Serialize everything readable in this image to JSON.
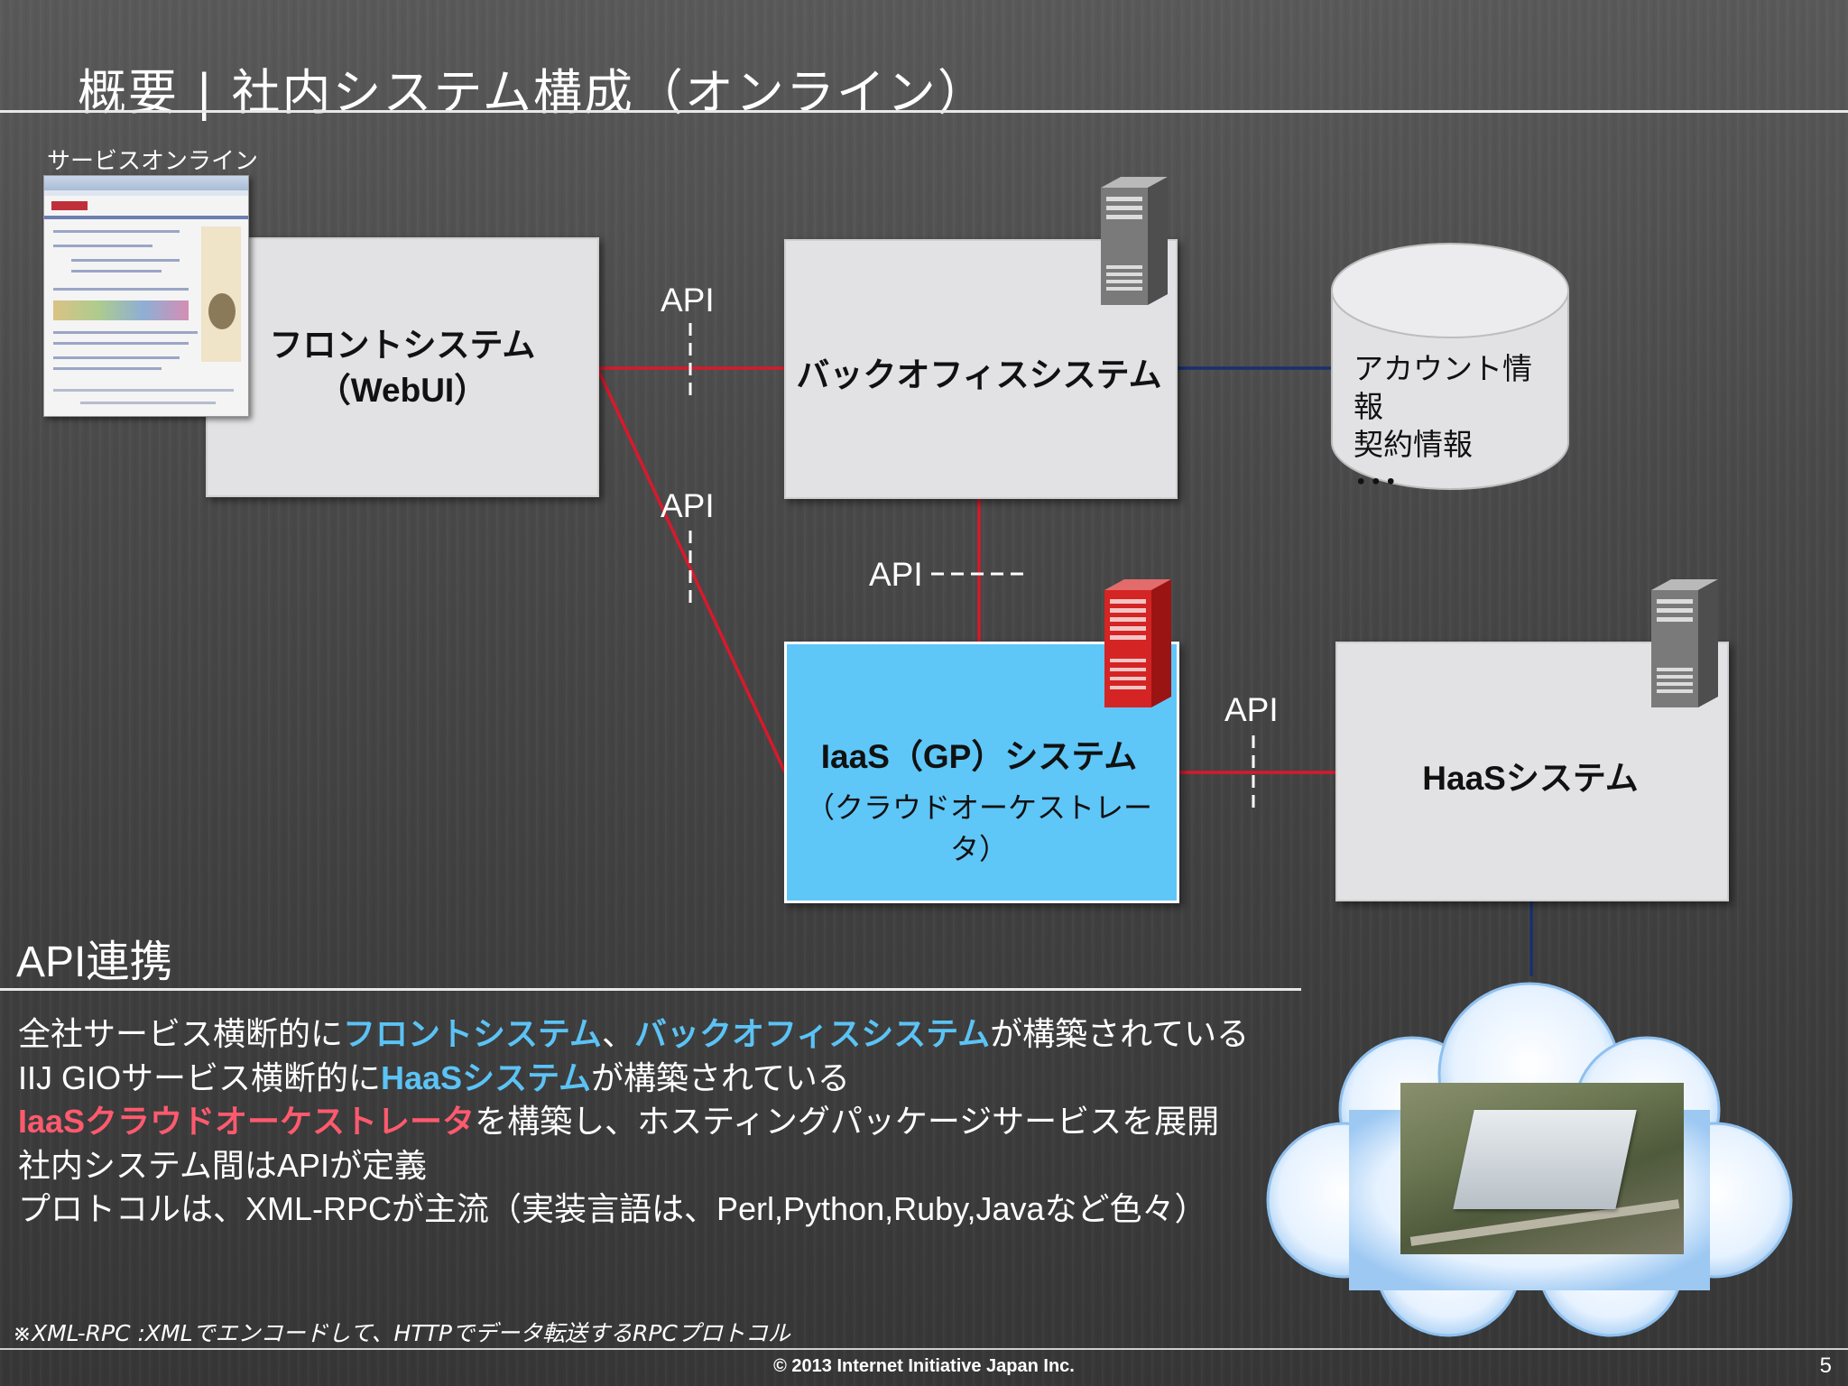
{
  "slide": {
    "title": "概要 | 社内システム構成（オンライン）",
    "page_number": "5",
    "copyright": "©  2013  Internet  Initiative  Japan Inc."
  },
  "diagram": {
    "service_online_label": "サービスオンライン",
    "front": {
      "line1": "フロントシステム",
      "line2": "（WebUI）"
    },
    "backoffice": {
      "label": "バックオフィスシステム"
    },
    "database": {
      "line1": "アカウント情報",
      "line2": "契約情報",
      "line3": "･･･"
    },
    "iaas": {
      "line1": "IaaS（GP）システム",
      "line2": "（クラウドオーケストレータ）",
      "color": "#5fc6f8"
    },
    "haas": {
      "label": "HaaSシステム"
    },
    "api_labels": [
      "API",
      "API",
      "API",
      "API"
    ],
    "colors": {
      "api_link": "#d8192c",
      "data_link": "#1b2f6e",
      "server_gray": "#6c6c6c",
      "server_red": "#c81e1e"
    },
    "icons": [
      "browser-screenshot",
      "server-icon",
      "database-cylinder",
      "cloud-icon",
      "datacenter-photo"
    ]
  },
  "section": {
    "heading": "API連携",
    "bullets": [
      {
        "parts": [
          {
            "text": "全社サービス横断的に",
            "style": "plain"
          },
          {
            "text": "フロントシステム",
            "style": "blue"
          },
          {
            "text": "、",
            "style": "plain"
          },
          {
            "text": "バックオフィスシステム",
            "style": "blue"
          },
          {
            "text": "が構築されている",
            "style": "plain"
          }
        ]
      },
      {
        "parts": [
          {
            "text": "IIJ GIOサービス横断的に",
            "style": "plain"
          },
          {
            "text": "HaaSシステム",
            "style": "blue"
          },
          {
            "text": "が構築されている",
            "style": "plain"
          }
        ]
      },
      {
        "parts": [
          {
            "text": "IaaSクラウドオーケストレータ",
            "style": "red"
          },
          {
            "text": "を構築し、ホスティングパッケージサービスを展開",
            "style": "plain"
          }
        ]
      },
      {
        "parts": [
          {
            "text": "社内システム間はAPIが定義",
            "style": "plain"
          }
        ]
      },
      {
        "parts": [
          {
            "text": "プロトコルは、XML-RPCが主流（実装言語は、Perl,Python,Ruby,Javaなど色々）",
            "style": "plain"
          }
        ]
      }
    ],
    "footnote": "※XML-RPC :XMLでエンコードして、HTTPでデータ転送するRPCプロトコル"
  }
}
